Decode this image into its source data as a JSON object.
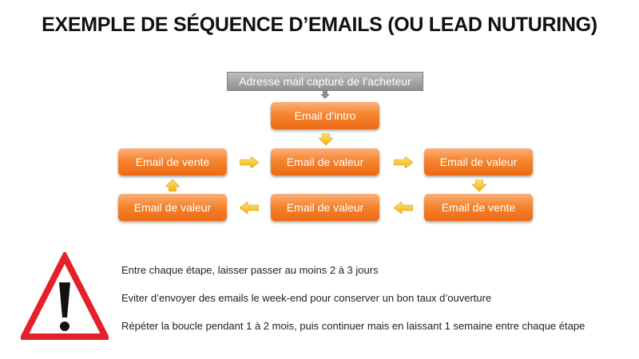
{
  "title": "EXEMPLE DE SÉQUENCE D’EMAILS (OU LEAD NUTURING)",
  "diagram": {
    "source": "Adresse mail capturé de l’acheteur",
    "nodes": {
      "intro": "Email d’intro",
      "row1_left": "Email de vente",
      "row1_center": "Email de valeur",
      "row1_right": "Email de valeur",
      "row2_left": "Email de valeur",
      "row2_center": "Email de valeur",
      "row2_right": "Email de vente"
    },
    "colors": {
      "node_orange": "#f5842f",
      "arrow_yellow": "#f7c21b",
      "source_gray": "#a6a6a6",
      "warning_red": "#e4202a"
    }
  },
  "warning_icon": "warning-triangle-icon",
  "notes": [
    "Entre chaque étape, laisser passer au moins 2 à 3 jours",
    "Eviter d’envoyer des emails le week-end pour conserver un bon taux d’ouverture",
    "Répéter la boucle pendant 1 à 2 mois, puis continuer mais en laissant 1 semaine entre chaque étape"
  ]
}
